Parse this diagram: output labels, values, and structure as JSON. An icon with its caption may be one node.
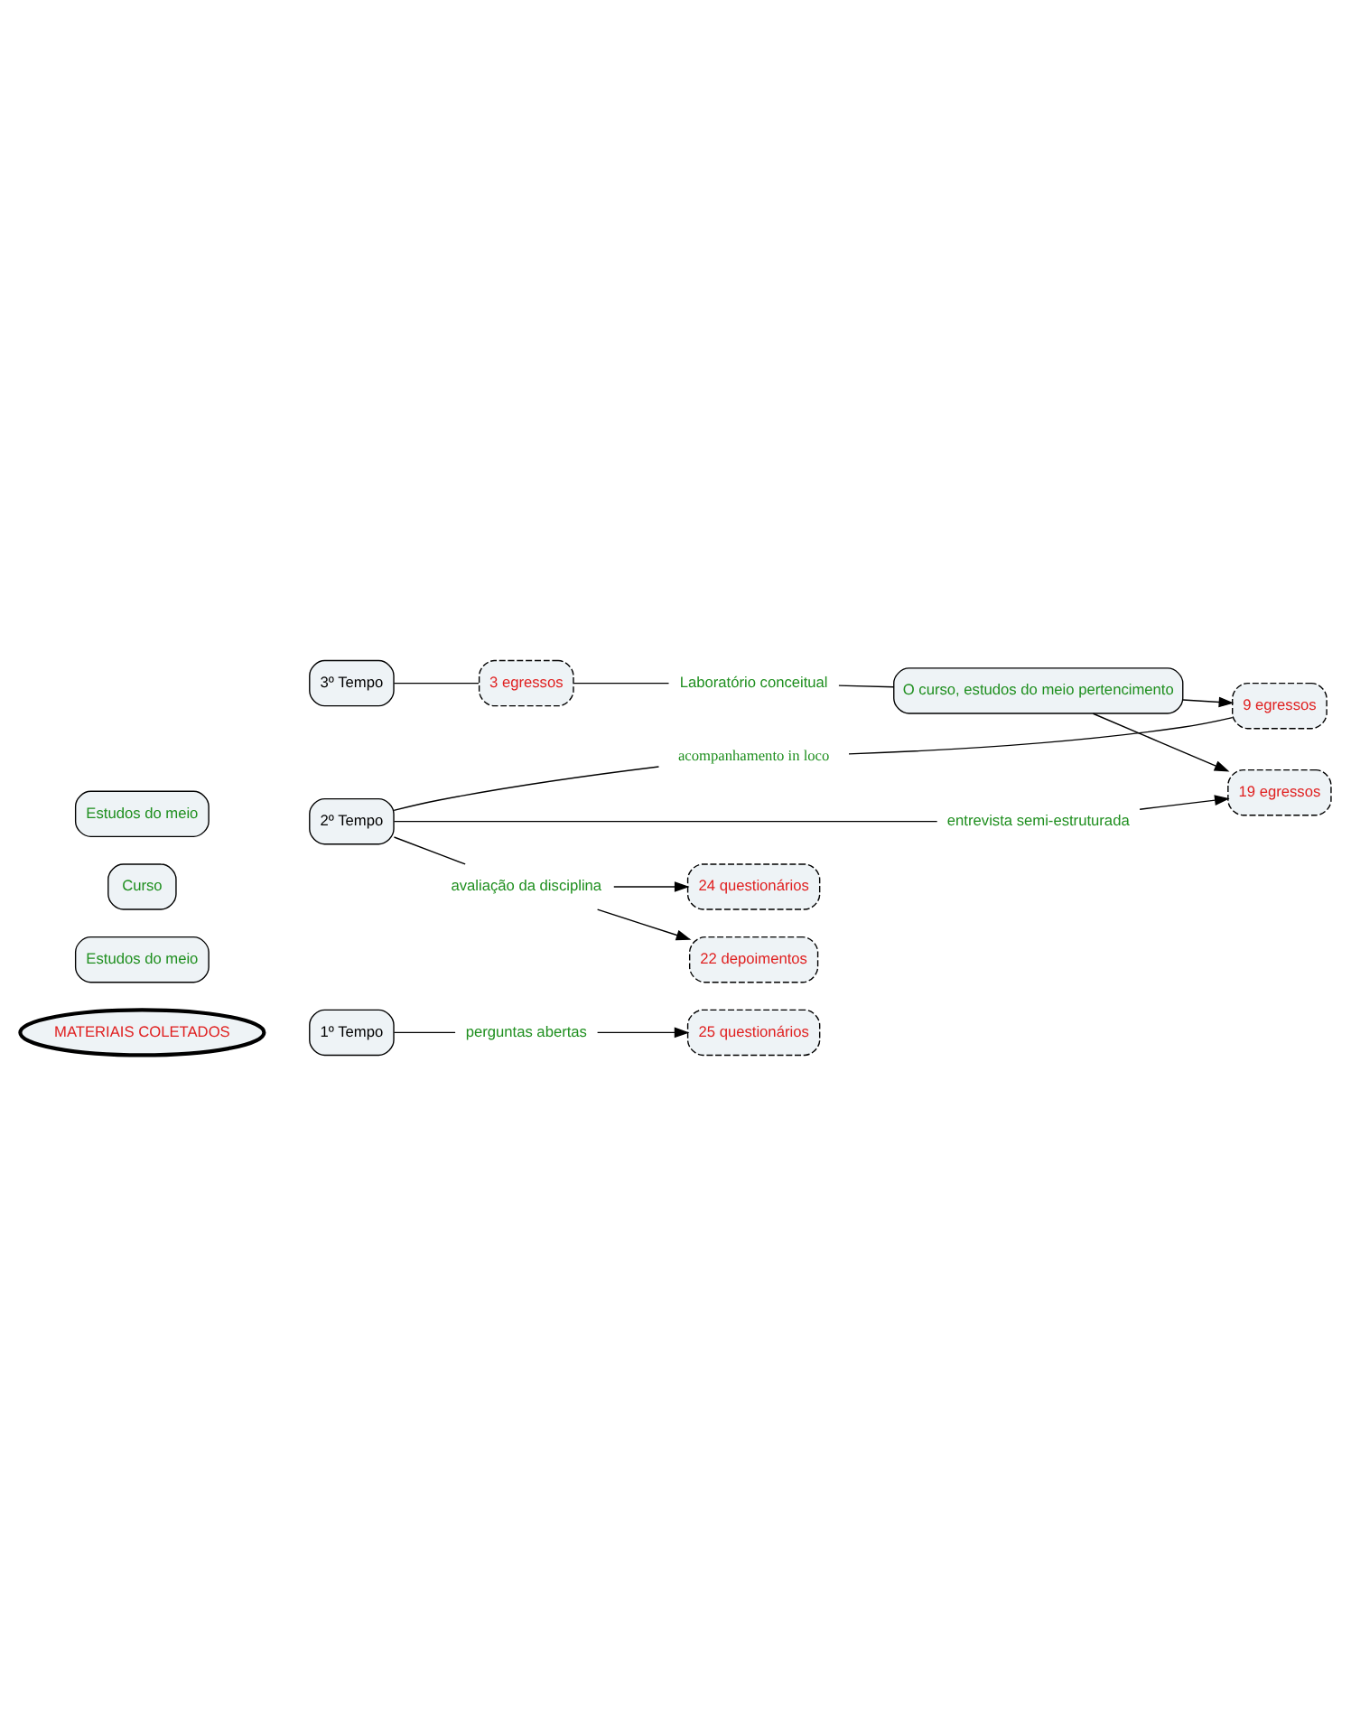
{
  "diagram": {
    "nodes": [
      {
        "text": [
          "MATERIAIS COLETADOS"
        ]
      },
      {
        "text": [
          "1º Tempo"
        ]
      },
      {
        "text": [
          "perguntas abertas"
        ]
      },
      {
        "text": [
          "25 questionários"
        ]
      },
      {
        "text": [
          "Estudos do meio"
        ]
      },
      {
        "text": [
          "Curso"
        ]
      },
      {
        "text": [
          "24 questionários"
        ]
      },
      {
        "text": [
          "Estudos do meio"
        ]
      },
      {
        "text": [
          "2º Tempo"
        ]
      },
      {
        "text": [
          "avaliação da disciplina"
        ]
      },
      {
        "text": [
          "22 depoimentos"
        ]
      },
      {
        "text": [
          "entrevista semi-estruturada"
        ]
      },
      {
        "text": [
          "19 egressos"
        ]
      },
      {
        "text": [
          "acompanhamento in loco"
        ]
      },
      {
        "text": [
          "9 egressos"
        ]
      },
      {
        "text": [
          "O curso, estudos do meio pertencimento"
        ]
      },
      {
        "text": [
          "Laboratório conceitual"
        ]
      },
      {
        "text": [
          "3º Tempo"
        ]
      },
      {
        "text": [
          "3 egressos"
        ]
      }
    ],
    "edges": [
      {
        "from": 1,
        "to": 2,
        "arrow": "none"
      },
      {
        "from": 2,
        "to": 3,
        "arrow": "to"
      },
      {
        "from": 8,
        "to": 9,
        "arrow": "none"
      },
      {
        "from": 9,
        "to": 6,
        "arrow": "to"
      },
      {
        "from": 9,
        "to": 10,
        "arrow": "to"
      },
      {
        "from": 8,
        "to": 11,
        "arrow": "none"
      },
      {
        "from": 11,
        "to": 12,
        "arrow": "to"
      },
      {
        "from": 8,
        "to": 13,
        "arrow": "none"
      },
      {
        "from": 13,
        "to": 14,
        "arrow": "none"
      },
      {
        "from": 15,
        "to": 12,
        "arrow": "to"
      },
      {
        "from": 15,
        "to": 14,
        "arrow": "to"
      },
      {
        "from": 17,
        "to": 18,
        "arrow": "none"
      },
      {
        "from": 18,
        "to": 16,
        "arrow": "none"
      },
      {
        "from": 16,
        "to": 15,
        "arrow": "none"
      }
    ]
  }
}
